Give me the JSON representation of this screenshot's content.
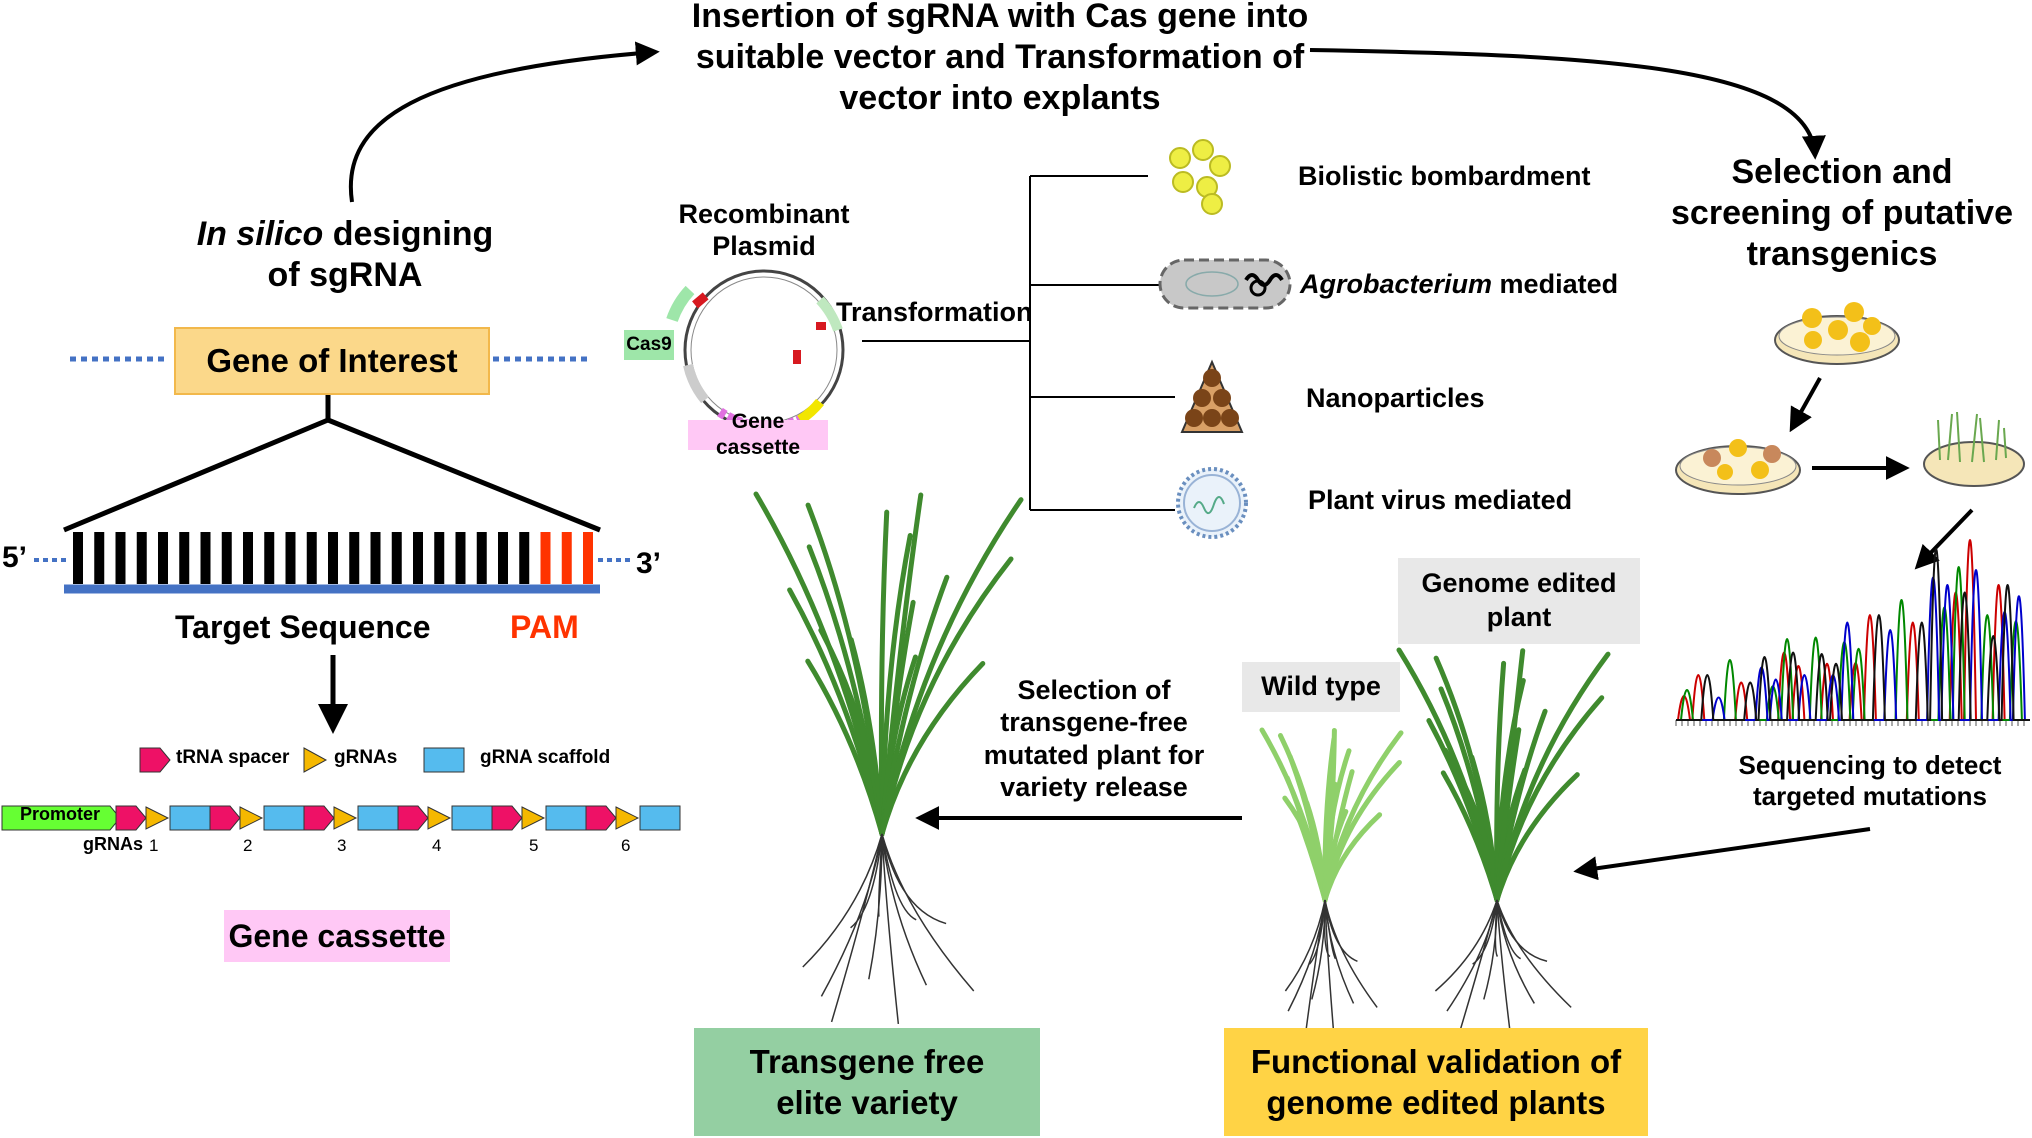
{
  "top_step": {
    "lines": [
      "Insertion of sgRNA with Cas gene into",
      "suitable vector and Transformation of",
      "vector into explants"
    ]
  },
  "sgrna_design": {
    "italic": "In silico",
    "rest1": " designing",
    "line2": "of sgRNA"
  },
  "gene_of_interest": "Gene of Interest",
  "dna": {
    "five_prime": "5’",
    "three_prime": "3’",
    "target_label": "Target Sequence",
    "pam_label": "PAM"
  },
  "legend": {
    "trna_spacer": "tRNA spacer",
    "grnas": "gRNAs",
    "scaffold": "gRNA scaffold"
  },
  "cassette_row": {
    "promoter": "Promoter",
    "grnas": "gRNAs",
    "numbers": [
      "1",
      "2",
      "3",
      "4",
      "5",
      "6"
    ]
  },
  "gene_cassette_bottom": "Gene cassette",
  "plasmid": {
    "title1": "Recombinant",
    "title2": "Plasmid",
    "cas9": "Cas9",
    "gene_cassette": "Gene cassette",
    "transformation": "Transformation"
  },
  "methods": [
    {
      "label": "Biolistic bombardment"
    },
    {
      "italic": "Agrobacterium",
      "rest": " mediated"
    },
    {
      "label": "Nanoparticles"
    },
    {
      "label": "Plant virus mediated"
    }
  ],
  "selection": {
    "lines": [
      "Selection and",
      "screening of putative",
      "transgenics"
    ]
  },
  "sequencing": {
    "lines": [
      "Sequencing to detect",
      "targeted mutations"
    ]
  },
  "genome_edited": {
    "lines": [
      "Genome edited",
      "plant"
    ]
  },
  "wild_type": "Wild type",
  "transgene_selection": {
    "lines": [
      "Selection of",
      "transgene-free",
      "mutated plant for",
      "variety release"
    ]
  },
  "bottom_left": {
    "lines": [
      "Transgene free",
      "elite variety"
    ]
  },
  "bottom_right": {
    "lines": [
      "Functional validation of",
      "genome edited plants"
    ]
  },
  "colors": {
    "goi_box": "#fbd88a",
    "pam": "#ff3300",
    "cassette_pink": "#ffc8f5",
    "promoter_green": "#66ff33",
    "trna_pink": "#ee1166",
    "grna_yellow": "#f5b800",
    "scaffold_blue": "#55bbee",
    "bottom_left_box": "#94cfa2",
    "bottom_right_box": "#ffd345",
    "grey_box": "#e8e8e8",
    "dna_blue": "#4472c4"
  }
}
